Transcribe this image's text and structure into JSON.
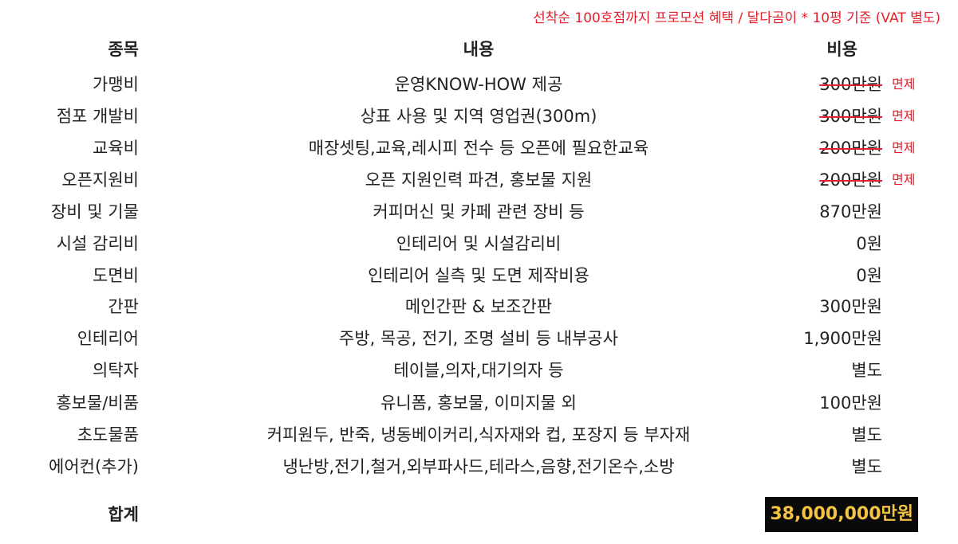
{
  "notice": "선착순 100호점까지 프로모션 혜택 / 달다곰이 * 10평 기준 (VAT 별도)",
  "header": {
    "item": "종목",
    "content": "내용",
    "cost": "비용"
  },
  "rows": [
    {
      "item": "가맹비",
      "content": "운영KNOW-HOW 제공",
      "cost": "300만원",
      "waived": "면제"
    },
    {
      "item": "점포 개발비",
      "content": "상표 사용 및 지역 영업권(300m)",
      "cost": "300만원",
      "waived": "면제"
    },
    {
      "item": "교육비",
      "content": "매장셋팅,교육,레시피 전수 등 오픈에 필요한교육",
      "cost": "200만원",
      "waived": "면제"
    },
    {
      "item": "오픈지원비",
      "content": "오픈 지원인력 파견, 홍보물 지원",
      "cost": "200만원",
      "waived": "면제"
    },
    {
      "item": "장비 및 기물",
      "content": "커피머신 및 카페 관련 장비 등",
      "cost": "870만원"
    },
    {
      "item": "시설 감리비",
      "content": "인테리어 및 시설감리비",
      "cost": "0원"
    },
    {
      "item": "도면비",
      "content": "인테리어 실측 및 도면 제작비용",
      "cost": "0원"
    },
    {
      "item": "간판",
      "content": "메인간판 & 보조간판",
      "cost": "300만원"
    },
    {
      "item": "인테리어",
      "content": "주방, 목공, 전기, 조명 설비 등 내부공사",
      "cost": "1,900만원"
    },
    {
      "item": "의탁자",
      "content": "테이블,의자,대기의자 등",
      "cost": "별도"
    },
    {
      "item": "홍보물/비품",
      "content": "유니폼, 홍보물, 이미지물 외",
      "cost": "100만원"
    },
    {
      "item": "초도물품",
      "content": "커피원두, 반죽, 냉동베이커리,식자재와 컵, 포장지 등 부자재",
      "cost": "별도"
    },
    {
      "item": "에어컨(추가)",
      "content": "냉난방,전기,철거,외부파사드,테라스,음향,전기온수,소방",
      "cost": "별도"
    }
  ],
  "total": {
    "label": "합계",
    "amount": "38,000,000만원"
  },
  "colors": {
    "accent_red": "#e5202a",
    "total_bg": "#0a0a0a",
    "total_text": "#f4c342"
  }
}
